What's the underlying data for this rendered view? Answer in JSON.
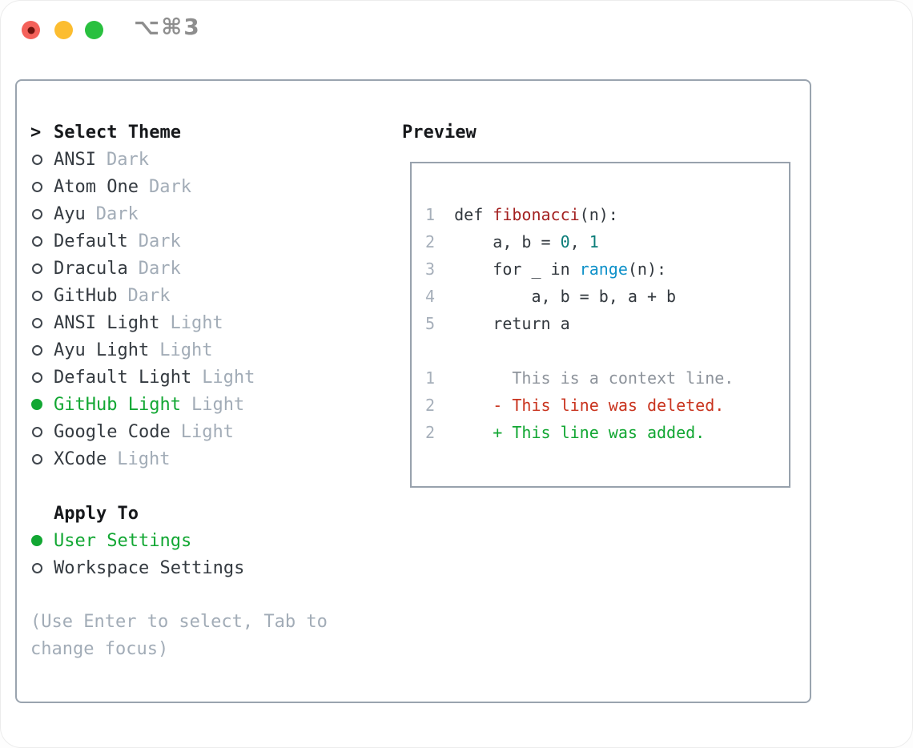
{
  "window": {
    "title": "⌥⌘3",
    "traffic_lights": [
      "close",
      "minimize",
      "zoom"
    ]
  },
  "theme_panel": {
    "prompt": ">",
    "title": "Select Theme",
    "themes": [
      {
        "name": "ANSI",
        "variant": "Dark",
        "selected": false
      },
      {
        "name": "Atom One",
        "variant": "Dark",
        "selected": false
      },
      {
        "name": "Ayu",
        "variant": "Dark",
        "selected": false
      },
      {
        "name": "Default",
        "variant": "Dark",
        "selected": false
      },
      {
        "name": "Dracula",
        "variant": "Dark",
        "selected": false
      },
      {
        "name": "GitHub",
        "variant": "Dark",
        "selected": false
      },
      {
        "name": "ANSI Light",
        "variant": "Light",
        "selected": false
      },
      {
        "name": "Ayu Light",
        "variant": "Light",
        "selected": false
      },
      {
        "name": "Default Light",
        "variant": "Light",
        "selected": false
      },
      {
        "name": "GitHub Light",
        "variant": "Light",
        "selected": true
      },
      {
        "name": "Google Code",
        "variant": "Light",
        "selected": false
      },
      {
        "name": "XCode",
        "variant": "Light",
        "selected": false
      }
    ]
  },
  "apply_panel": {
    "title": "Apply To",
    "options": [
      {
        "label": "User Settings",
        "selected": true
      },
      {
        "label": "Workspace Settings",
        "selected": false
      }
    ]
  },
  "help": {
    "text": "(Use Enter to select, Tab to change focus)"
  },
  "preview_panel": {
    "title": "Preview",
    "lines": [
      {
        "num": "1",
        "tokens": [
          {
            "text": "def ",
            "style": "code"
          },
          {
            "text": "fibonacci",
            "style": "function"
          },
          {
            "text": "(n):",
            "style": "code"
          }
        ]
      },
      {
        "num": "2",
        "tokens": [
          {
            "text": "    a, b = ",
            "style": "code"
          },
          {
            "text": "0",
            "style": "number"
          },
          {
            "text": ", ",
            "style": "code"
          },
          {
            "text": "1",
            "style": "number"
          }
        ]
      },
      {
        "num": "3",
        "tokens": [
          {
            "text": "    for _ in ",
            "style": "code"
          },
          {
            "text": "range",
            "style": "builtin"
          },
          {
            "text": "(n):",
            "style": "code"
          }
        ]
      },
      {
        "num": "4",
        "tokens": [
          {
            "text": "        a, b = b, a + b",
            "style": "code"
          }
        ]
      },
      {
        "num": "5",
        "tokens": [
          {
            "text": "    return a",
            "style": "code"
          }
        ]
      },
      {
        "num": "",
        "tokens": []
      },
      {
        "num": "1",
        "tokens": [
          {
            "text": "      This is a context line.",
            "style": "context"
          }
        ]
      },
      {
        "num": "2",
        "tokens": [
          {
            "text": "    - This line was deleted.",
            "style": "deleted"
          }
        ]
      },
      {
        "num": "2",
        "tokens": [
          {
            "text": "    + This line was added.",
            "style": "added"
          }
        ]
      }
    ]
  },
  "colors": {
    "accent_green": "#12a733",
    "deleted_red": "#c9341f",
    "function_red": "#a32020",
    "number_teal": "#0c7d79",
    "builtin_blue": "#0f91c9",
    "secondary_gray": "#a2acb7",
    "text_dark": "#343a40",
    "panel_border": "#9aa4af",
    "traffic_red": "#f4615a",
    "traffic_yellow": "#fcbd30",
    "traffic_green": "#29c03f"
  }
}
